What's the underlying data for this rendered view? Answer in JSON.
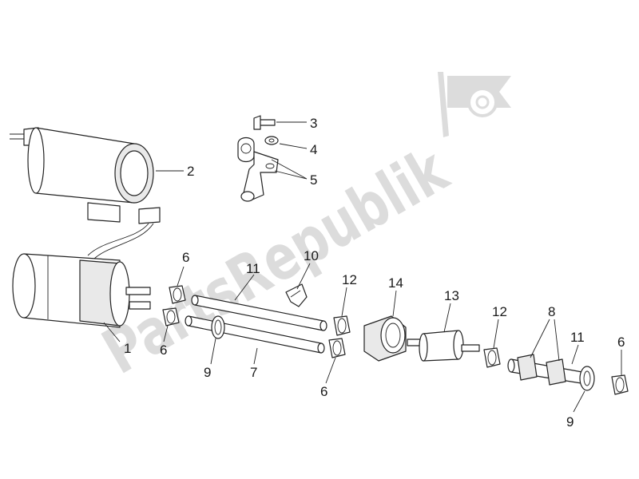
{
  "watermark": {
    "text": "PartsRepublik",
    "icon": "gear-flag-icon",
    "color": "#dcdcdc"
  },
  "diagram": {
    "labels": {
      "l1": "1",
      "l2": "2",
      "l3": "3",
      "l4": "4",
      "l5": "5",
      "l6a": "6",
      "l6b": "6",
      "l6c": "6",
      "l6d": "6",
      "l7": "7",
      "l8": "8",
      "l9a": "9",
      "l9b": "9",
      "l10": "10",
      "l11a": "11",
      "l11b": "11",
      "l12a": "12",
      "l12b": "12",
      "l13": "13",
      "l14": "14"
    },
    "line_color": "#222222"
  }
}
